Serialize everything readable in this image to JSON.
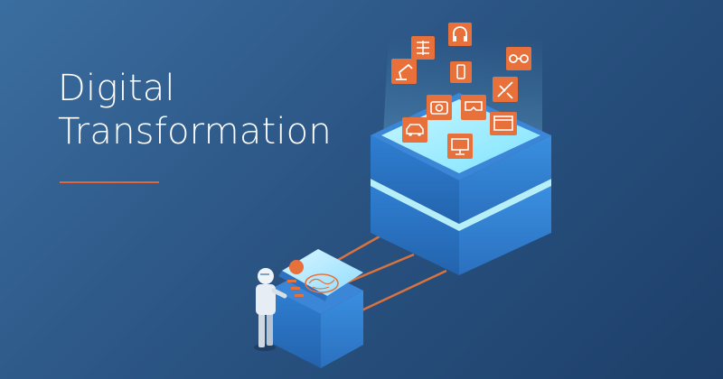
{
  "hero": {
    "title_line1": "Digital",
    "title_line2": "Transformation"
  },
  "colors": {
    "background_start": "#3b6ea0",
    "background_end": "#1d3f69",
    "accent": "#e0653a",
    "icon_tile": "#e8703a",
    "server_top": "#2f78c8",
    "server_glow": "#9ff3ff"
  },
  "illustration": {
    "icons": [
      "robot-arm-icon",
      "headphones-icon",
      "goggles-icon",
      "gears-icon",
      "phone-icon",
      "satellite-icon",
      "camera-icon",
      "vr-headset-icon",
      "browser-window-icon",
      "car-icon",
      "monitor-icon",
      "network-icon"
    ],
    "console_items": [
      "orange-dot",
      "brain-chip",
      "orange-bars"
    ]
  }
}
